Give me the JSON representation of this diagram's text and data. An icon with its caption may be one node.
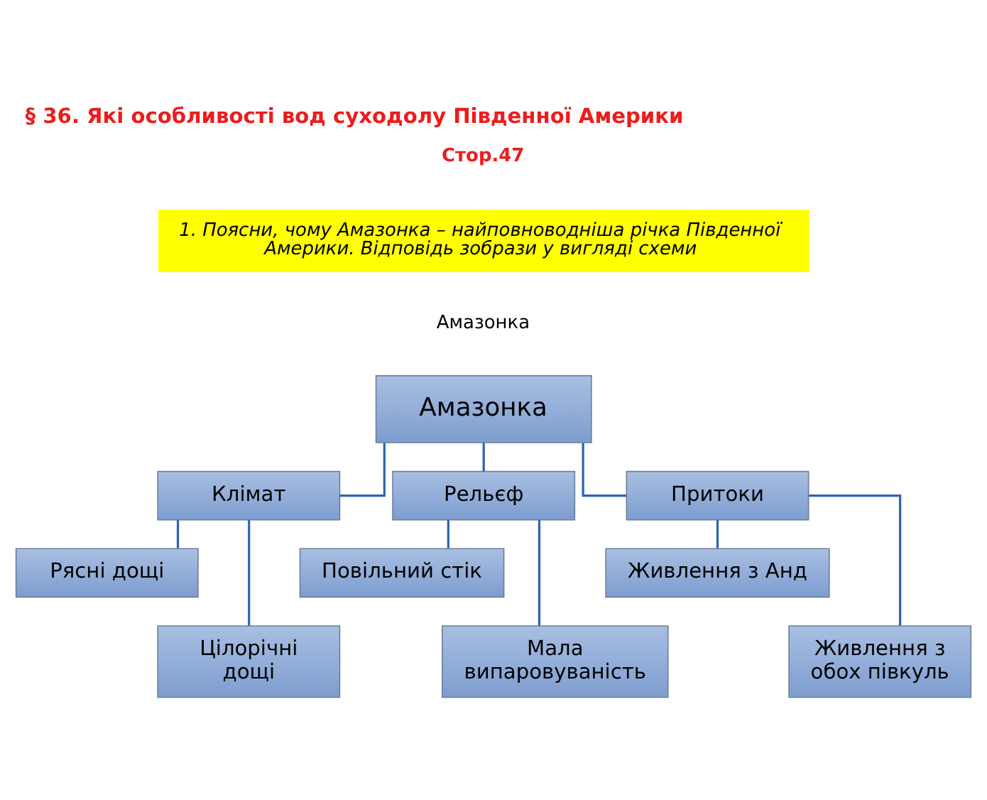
{
  "diagram": {
    "title": "§ 36. Які особливості вод суходолу Південної Америки",
    "nodes": [
      {
        "text": [
          "Амазонка"
        ]
      },
      {
        "text": [
          "Клімат"
        ]
      },
      {
        "text": [
          "Рельєф"
        ]
      },
      {
        "text": [
          "Притоки"
        ]
      },
      {
        "text": [
          "Рясні дощі"
        ]
      },
      {
        "text": [
          "Цілорічні дощі"
        ]
      },
      {
        "text": [
          "Повільний стік"
        ]
      },
      {
        "text": [
          "Мала випаровуваність"
        ]
      },
      {
        "text": [
          "Живлення з Анд"
        ]
      },
      {
        "text": [
          "Живлення з обох півкуль"
        ]
      }
    ],
    "edges": [
      {
        "from": 0,
        "to": 1,
        "arrow": "none"
      },
      {
        "from": 0,
        "to": 2,
        "arrow": "none"
      },
      {
        "from": 0,
        "to": 3,
        "arrow": "none"
      },
      {
        "from": 1,
        "to": 4,
        "arrow": "none"
      },
      {
        "from": 1,
        "to": 5,
        "arrow": "none"
      },
      {
        "from": 2,
        "to": 6,
        "arrow": "none"
      },
      {
        "from": 2,
        "to": 7,
        "arrow": "none"
      },
      {
        "from": 3,
        "to": 8,
        "arrow": "none"
      },
      {
        "from": 3,
        "to": 9,
        "arrow": "none"
      }
    ],
    "labels": [
      "Стор.47",
      "1. Поясни, чому Амазонка – найповноводніша річка Південної Америки. Відповідь зобрази у вигляді схеми",
      "Амазонка"
    ]
  }
}
